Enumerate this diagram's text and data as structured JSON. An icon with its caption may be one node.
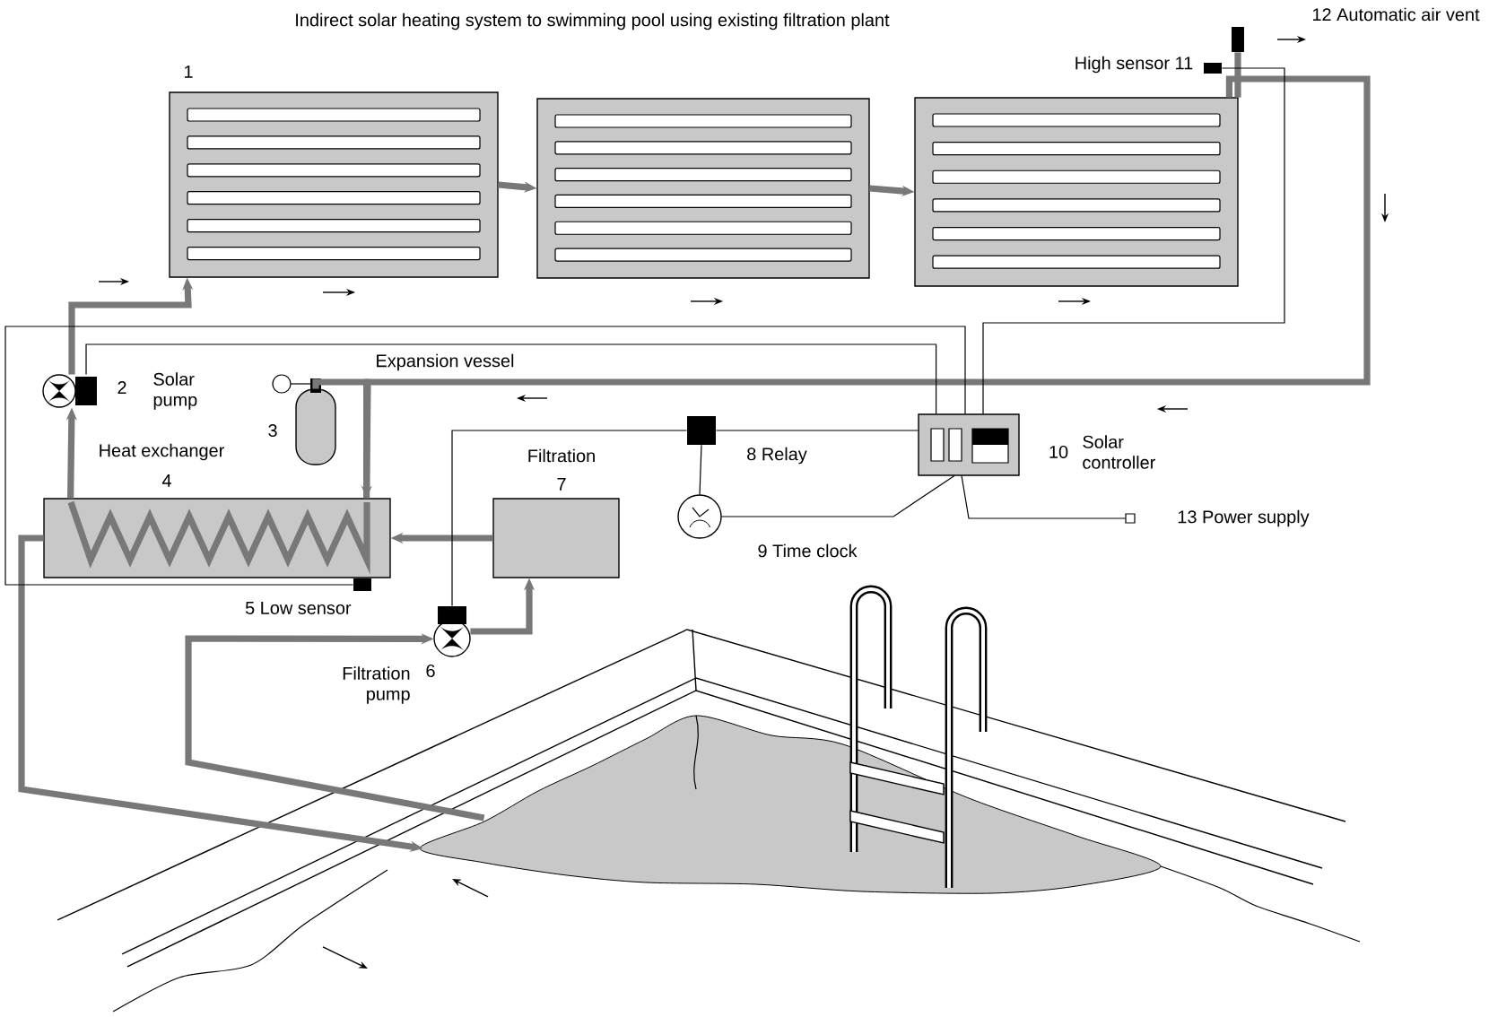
{
  "diagram": {
    "title": "Indirect solar heating system to swimming pool using existing filtration plant",
    "nodes": [
      {
        "text": [
          "1"
        ]
      },
      {
        "text": [],
        "shape": "box"
      },
      {
        "text": [],
        "shape": "box"
      },
      {
        "text": [
          "2",
          "Solar pump"
        ]
      },
      {
        "text": [
          "3",
          "Expansion vessel"
        ]
      },
      {
        "text": [
          "Heat exchanger",
          "4"
        ]
      },
      {
        "text": [
          "5 Low sensor"
        ]
      },
      {
        "text": [
          "Filtration pump",
          "6"
        ]
      },
      {
        "text": [
          "Filtration",
          "7"
        ]
      },
      {
        "text": [
          "8 Relay"
        ]
      },
      {
        "text": [
          "9 Time clock"
        ]
      },
      {
        "text": [
          "10",
          "Solar controller"
        ]
      },
      {
        "text": [
          "High sensor 11"
        ]
      },
      {
        "text": [
          "12 Automatic air vent"
        ]
      },
      {
        "text": [
          "13 Power supply"
        ]
      },
      {
        "text": [],
        "shape": "picture"
      }
    ],
    "edges": [
      {
        "from": 3,
        "to": 0,
        "arrow": "to"
      },
      {
        "from": 0,
        "to": 1,
        "arrow": "to"
      },
      {
        "from": 1,
        "to": 2,
        "arrow": "to"
      },
      {
        "from": 2,
        "to": 5,
        "arrow": "to"
      },
      {
        "from": 13,
        "to": 2,
        "arrow": "none"
      },
      {
        "from": 4,
        "to": 5,
        "arrow": "none"
      },
      {
        "from": 5,
        "to": 3,
        "arrow": "to"
      },
      {
        "from": 8,
        "to": 5,
        "arrow": "to"
      },
      {
        "from": 5,
        "to": 15,
        "arrow": "to"
      },
      {
        "from": 15,
        "to": 7,
        "arrow": "to"
      },
      {
        "from": 7,
        "to": 8,
        "arrow": "to"
      },
      {
        "from": 11,
        "to": 3,
        "arrow": "none",
        "color": "#000000"
      },
      {
        "from": 11,
        "to": 12,
        "arrow": "none",
        "color": "#000000"
      },
      {
        "from": 11,
        "to": 6,
        "arrow": "none",
        "color": "#000000"
      },
      {
        "from": 11,
        "to": 9,
        "arrow": "none",
        "color": "#000000"
      },
      {
        "from": 9,
        "to": 7,
        "arrow": "none",
        "color": "#000000"
      },
      {
        "from": 9,
        "to": 10,
        "arrow": "none",
        "color": "#000000"
      },
      {
        "from": 10,
        "to": 11,
        "arrow": "none",
        "color": "#000000"
      },
      {
        "from": 11,
        "to": 14,
        "arrow": "none",
        "color": "#000000"
      }
    ]
  }
}
